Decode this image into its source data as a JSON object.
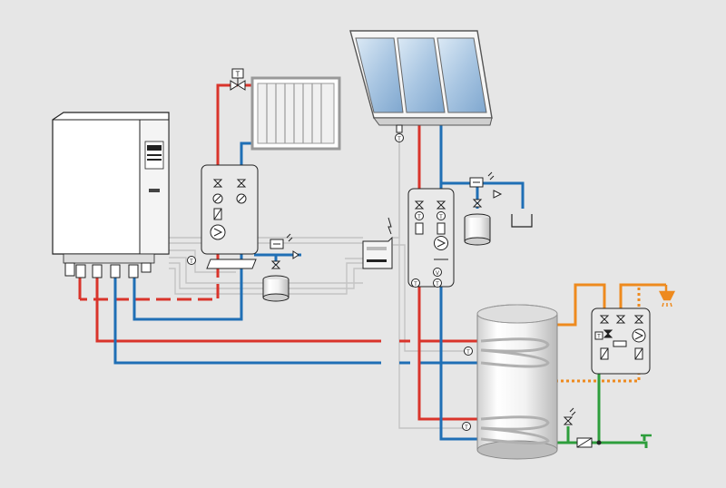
{
  "diagram": {
    "symbols": {
      "temperature_sensor": "T",
      "volumetric_flow_meter": "V",
      "thermostatic_valve": "T"
    },
    "colors": {
      "background": "#e6e6e6",
      "flow_hot": "#d9342b",
      "return_cold": "#1f6fb5",
      "hot_water": "#ee8a1e",
      "cold_water": "#2e9e3c",
      "control_wiring": "#c4c4c4",
      "component_fill": "#ffffff",
      "outline": "#222222"
    },
    "icons": [
      "boiler-icon",
      "radiator-icon",
      "solar-collector-icon",
      "storage-tank-icon",
      "expansion-vessel-icon",
      "pump-icon",
      "solar-controller-icon",
      "hydraulic-module-icon",
      "shower-head-icon",
      "water-tap-icon",
      "drain-funnel-icon"
    ]
  }
}
